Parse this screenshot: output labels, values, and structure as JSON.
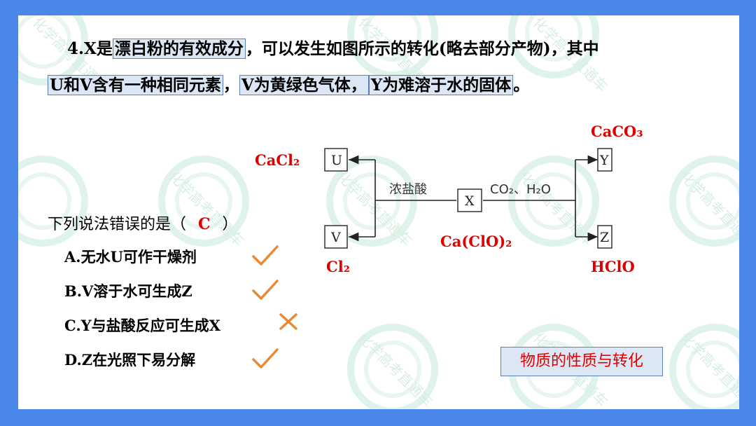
{
  "watermark_text": "化学高考直通车",
  "question": {
    "line1_prefix": "4.X是",
    "line1_hl": "漂白粉的有效成分",
    "line1_rest": "，可以发生如图所示的转化(略去部分产物)，其中",
    "line2_hl1": "U和V含有一种相同元素",
    "line2_sep": "，",
    "line2_hl2": "V为黄绿色气体，",
    "line2_hl3": "Y为难溶于水的固体",
    "line2_end": "。"
  },
  "prompt": {
    "text": "下列说法错误的是（",
    "answer": "C",
    "close": "）"
  },
  "options": [
    {
      "text": "A.无水U可作干燥剂",
      "mark": "check"
    },
    {
      "text": "B.V溶于水可生成Z",
      "mark": "check"
    },
    {
      "text": "C.Y与盐酸反应可生成X",
      "mark": "cross"
    },
    {
      "text": "D.Z在光照下易分解",
      "mark": "check"
    }
  ],
  "diagram": {
    "nodes": {
      "U": "U",
      "V": "V",
      "X": "X",
      "Y": "Y",
      "Z": "Z"
    },
    "left_reagent": "浓盐酸",
    "right_reagent": "CO₂、H₂O",
    "labels": {
      "U": "CaCl₂",
      "V": "Cl₂",
      "X": "Ca(ClO)₂",
      "Y": "CaCO₃",
      "Z": "HClO"
    }
  },
  "tag": "物质的性质与转化",
  "colors": {
    "background": "#4a87e8",
    "highlight": "#dce7f6",
    "answer": "#e00000",
    "mark": "#e88a35"
  }
}
